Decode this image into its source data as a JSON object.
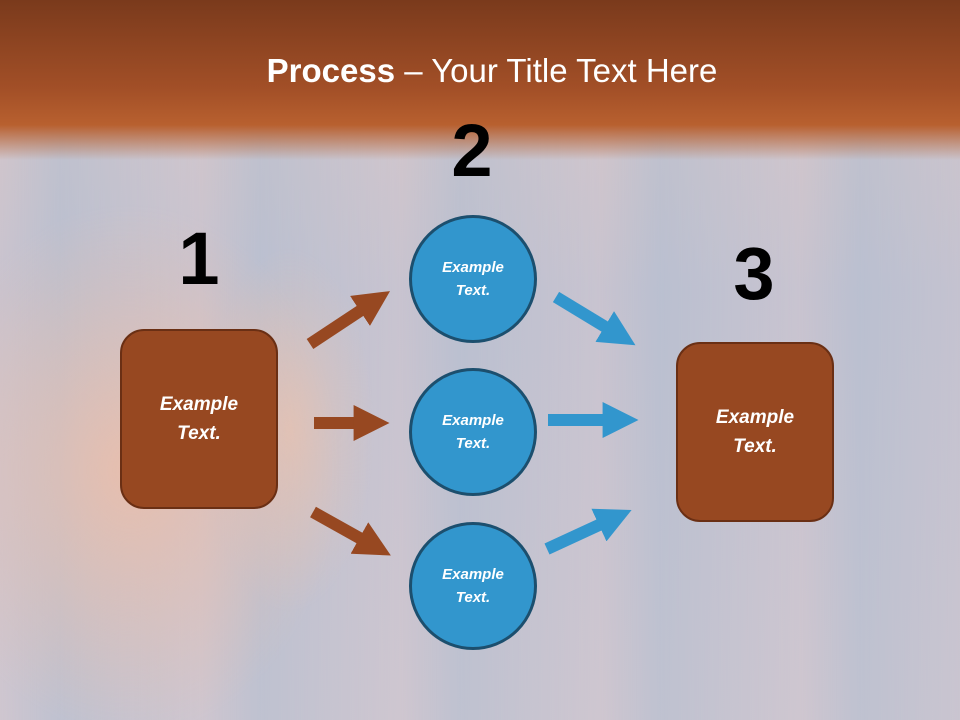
{
  "title": {
    "bold": "Process",
    "rest": " – Your Title Text Here"
  },
  "steps": [
    {
      "number": "1",
      "text_line1": "Example",
      "text_line2": "Text."
    },
    {
      "number": "2",
      "circles": [
        {
          "text_line1": "Example",
          "text_line2": "Text."
        },
        {
          "text_line1": "Example",
          "text_line2": "Text."
        },
        {
          "text_line1": "Example",
          "text_line2": "Text."
        }
      ]
    },
    {
      "number": "3",
      "text_line1": "Example",
      "text_line2": "Text."
    }
  ],
  "colors": {
    "brown": "#974821",
    "blue": "#3296cd",
    "header": "#a24f27"
  }
}
